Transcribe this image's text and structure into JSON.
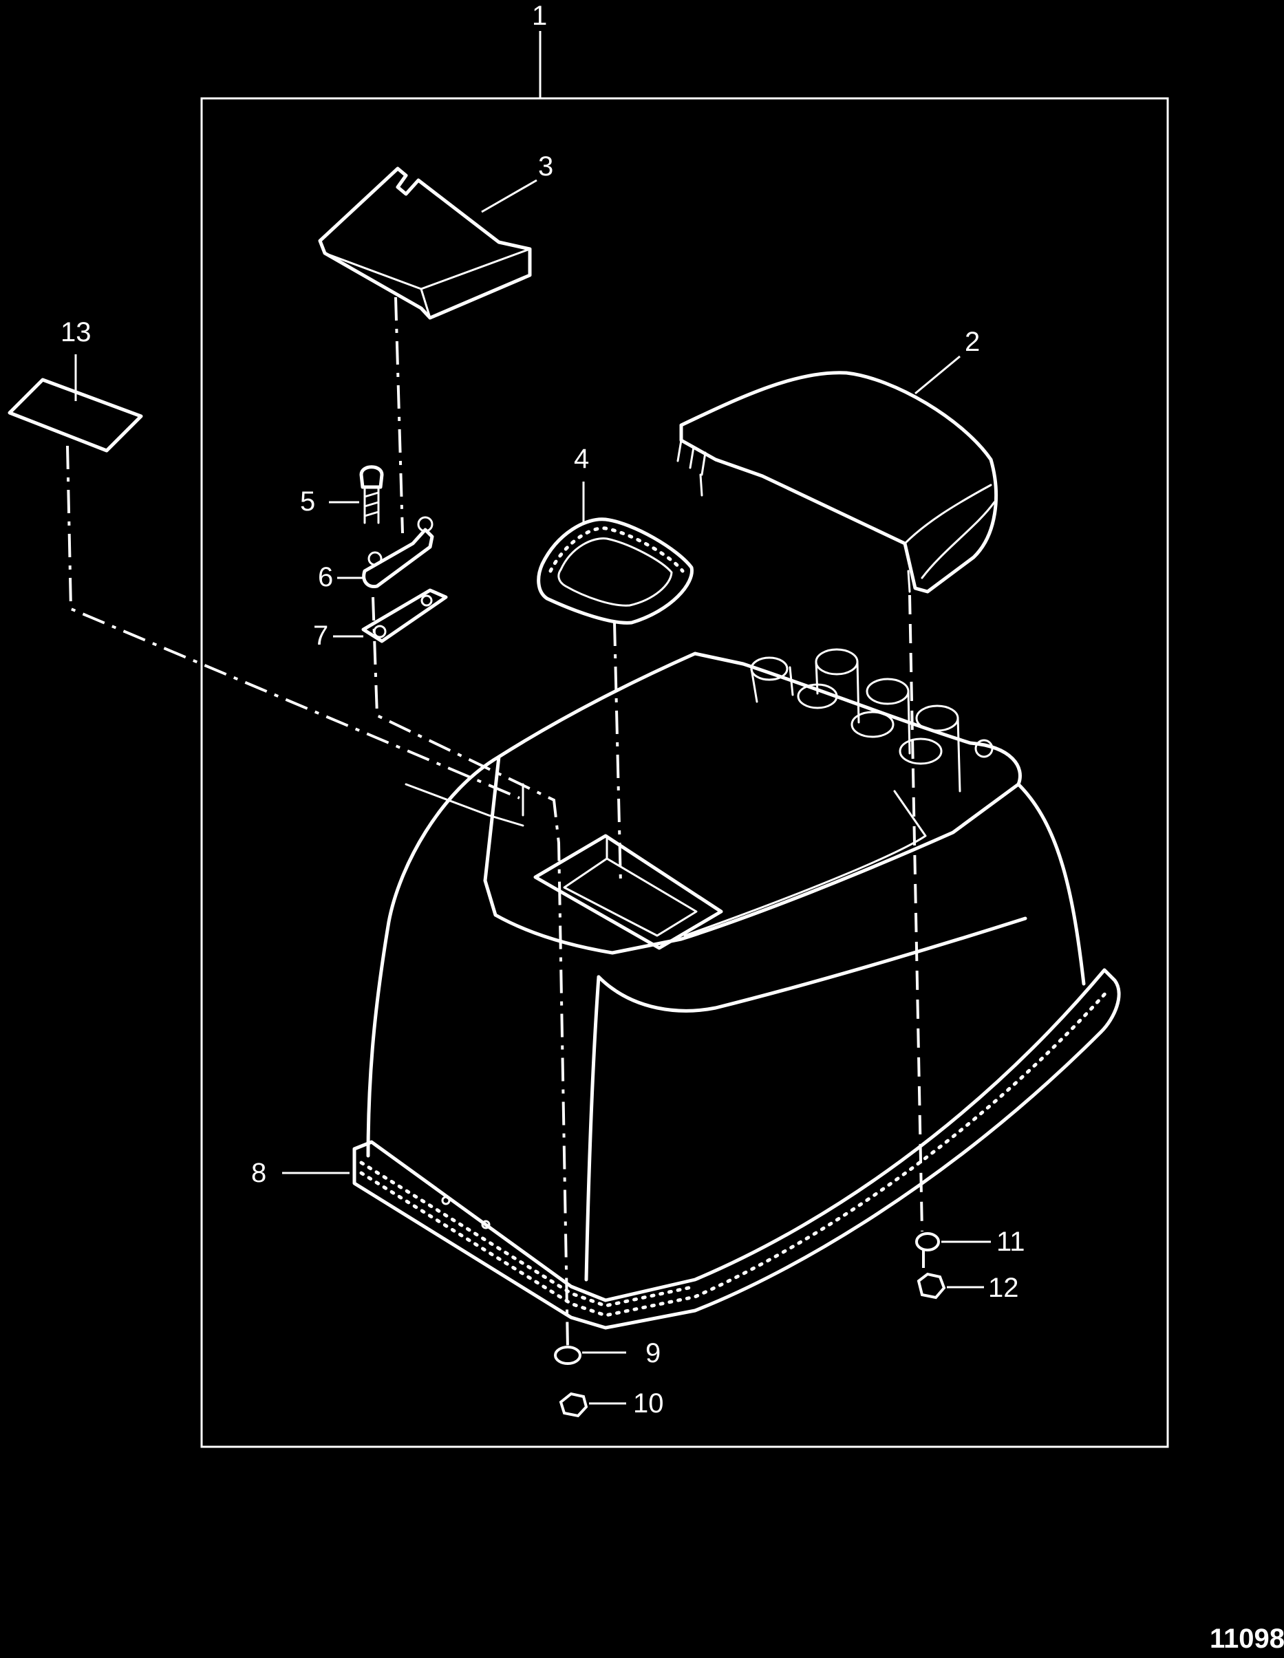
{
  "diagram": {
    "figure_id": "11098",
    "callouts": [
      {
        "id": "1",
        "label": "1"
      },
      {
        "id": "2",
        "label": "2"
      },
      {
        "id": "3",
        "label": "3"
      },
      {
        "id": "4",
        "label": "4"
      },
      {
        "id": "5",
        "label": "5"
      },
      {
        "id": "6",
        "label": "6"
      },
      {
        "id": "7",
        "label": "7"
      },
      {
        "id": "8",
        "label": "8"
      },
      {
        "id": "9",
        "label": "9"
      },
      {
        "id": "10",
        "label": "10"
      },
      {
        "id": "11",
        "label": "11"
      },
      {
        "id": "12",
        "label": "12"
      },
      {
        "id": "13",
        "label": "13"
      }
    ],
    "colors": {
      "background": "#000000",
      "line": "#ffffff"
    }
  }
}
